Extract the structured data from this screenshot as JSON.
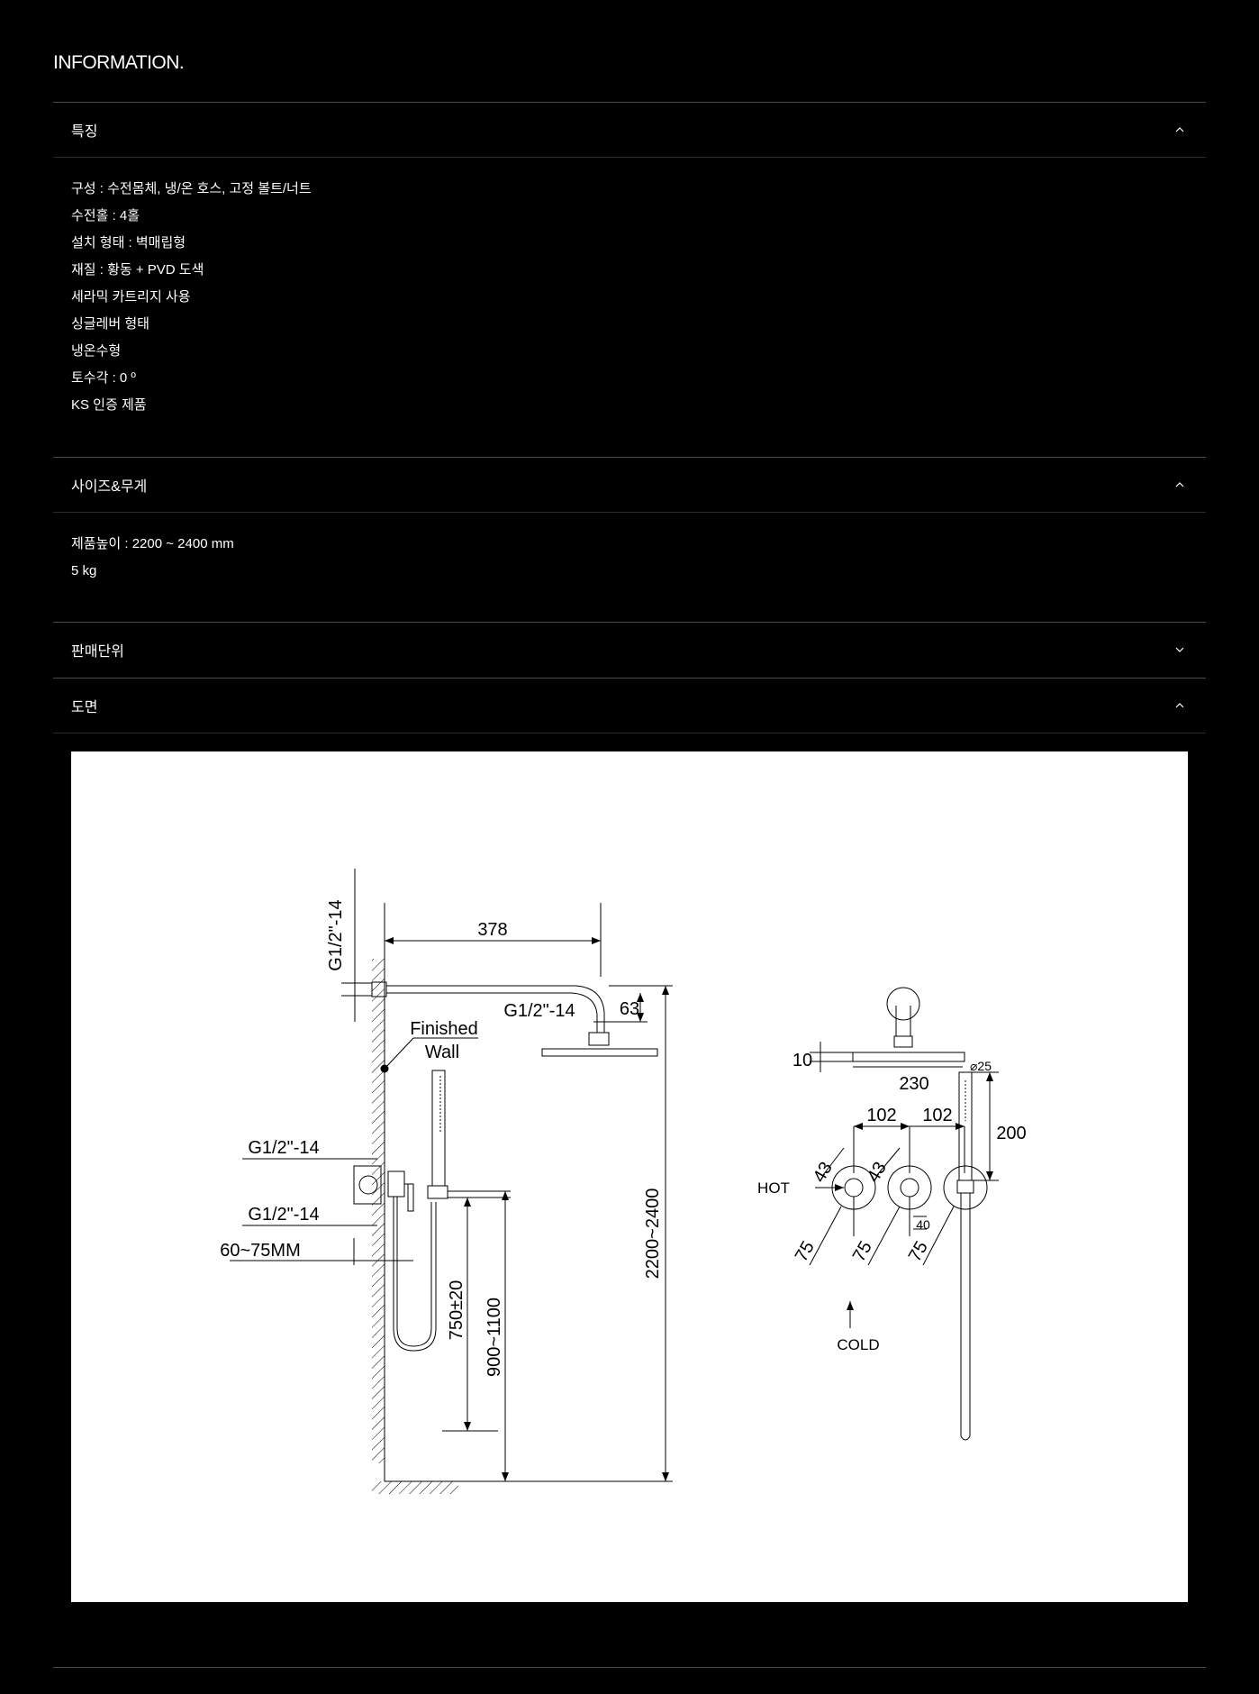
{
  "page": {
    "title": "INFORMATION."
  },
  "sections": {
    "features": {
      "label": "특징",
      "expanded": true,
      "items": [
        "구성 : 수전몸체, 냉/온 호스, 고정 볼트/너트",
        "수전홀 : 4홀",
        "설치 형태 : 벽매립형",
        "재질 : 황동 + PVD 도색",
        "세라믹 카트리지 사용",
        "싱글레버 형태",
        "냉온수형",
        "토수각 : 0 º",
        "KS 인증 제품"
      ]
    },
    "size_weight": {
      "label": "사이즈&무게",
      "expanded": true,
      "items": [
        "제품높이 : 2200 ~ 2400 mm",
        "5 kg"
      ]
    },
    "sales_unit": {
      "label": "판매단위",
      "expanded": false
    },
    "drawing": {
      "label": "도면",
      "expanded": true,
      "labels": {
        "pipe_top": "G1/2\"-14",
        "arm_length": "378",
        "arm_thread": "G1/2\"-14",
        "arm_drop": "63",
        "finished": "Finished",
        "wall": "Wall",
        "inlet_upper": "G1/2\"-14",
        "inlet_lower": "G1/2\"-14",
        "wall_depth": "60~75MM",
        "hose_height": "750±20",
        "holder_height": "900~1100",
        "total_height": "2200~2400",
        "head_thickness": "10",
        "head_width": "230",
        "handle_dia": "⌀25",
        "spacing_1": "102",
        "spacing_2": "102",
        "hand_shower_len": "200",
        "plate_1": "43",
        "plate_2": "43",
        "lever": "40",
        "rosette_1": "75",
        "rosette_2": "75",
        "rosette_3": "75",
        "hot": "HOT",
        "cold": "COLD"
      }
    }
  }
}
